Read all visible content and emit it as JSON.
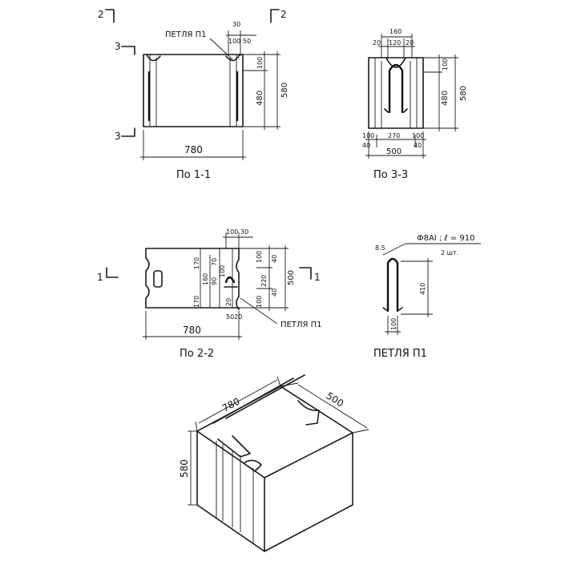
{
  "sections": {
    "s11": {
      "caption": "По 1-1",
      "loop_label": "ПЕТЛЯ П1",
      "cut_mark_left_top": "2",
      "cut_mark_right_top": "2",
      "cut_mark_3_top": "3",
      "cut_mark_3_bottom": "3",
      "dim_width": "780",
      "dim_top_small": "30",
      "dim_100": "100",
      "dim_50": "50",
      "dim_h100": "100",
      "dim_h480": "480",
      "dim_h580": "580"
    },
    "s33": {
      "caption": "По 3-3",
      "dim_160": "160",
      "dim_20a": "20",
      "dim_120": "120",
      "dim_20b": "20",
      "dim_h100": "100",
      "dim_h480": "480",
      "dim_h580": "580",
      "dim_100a": "100",
      "dim_270": "270",
      "dim_100b": "100",
      "dim_40a": "40",
      "dim_40b": "40",
      "dim_500": "500"
    },
    "s22": {
      "caption": "По 2-2",
      "loop_label": "ПЕТЛЯ П1",
      "cut_mark_left": "1",
      "cut_mark_right": "1",
      "dim_100": "100",
      "dim_30": "30",
      "dim_170a": "170",
      "dim_160": "160",
      "dim_170b": "170",
      "dim_70": "70",
      "dim_90": "90",
      "dim_100_inner": "100",
      "dim_20": "20",
      "dim_right_100a": "100",
      "dim_right_40a": "40",
      "dim_right_220": "220",
      "dim_right_100b": "100",
      "dim_right_40b": "40",
      "dim_500": "500",
      "dim_5020": "5020",
      "dim_width": "780"
    },
    "loop": {
      "caption": "ПЕТЛЯ П1",
      "radius": "8.5",
      "spec_line1": "Ф8АI ; ℓ = 910",
      "spec_line2": "2 шт.",
      "dim_410": "410",
      "dim_100": "100"
    },
    "iso": {
      "dim_780": "780",
      "dim_500": "500",
      "dim_580": "580"
    }
  }
}
